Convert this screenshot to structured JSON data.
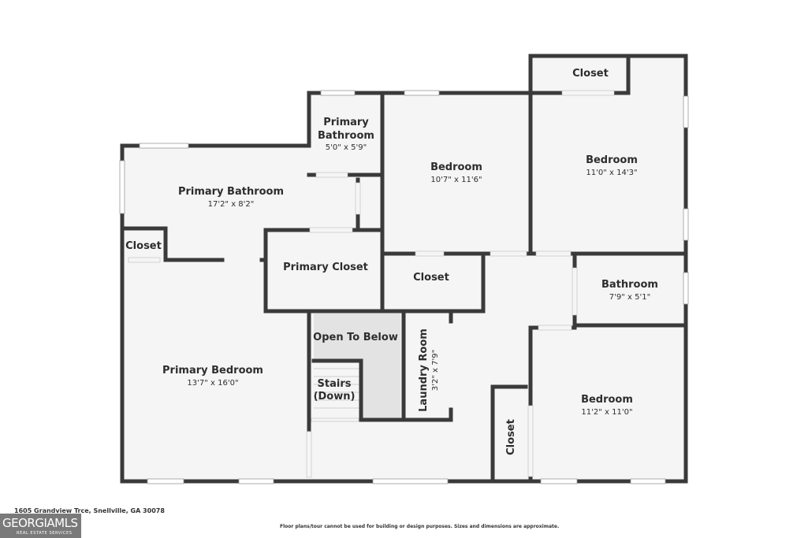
{
  "rooms": {
    "primary_bathroom_small": {
      "name_1": "Primary",
      "name_2": "Bathroom",
      "dims": "5'0\" x 5'9\""
    },
    "bedroom_top": {
      "name": "Bedroom",
      "dims": "10'7\" x 11'6\""
    },
    "bedroom_top_right": {
      "name": "Bedroom",
      "dims": "11'0\" x 14'3\""
    },
    "closet_top_right": {
      "name": "Closet"
    },
    "primary_bathroom": {
      "name": "Primary Bathroom",
      "dims": "17'2\" x 8'2\""
    },
    "closet_left": {
      "name": "Closet"
    },
    "primary_closet": {
      "name": "Primary Closet"
    },
    "closet_mid": {
      "name": "Closet"
    },
    "bathroom": {
      "name": "Bathroom",
      "dims": "7'9\" x 5'1\""
    },
    "primary_bedroom": {
      "name": "Primary Bedroom",
      "dims": "13'7\" x 16'0\""
    },
    "open_to_below": {
      "name": "Open To Below"
    },
    "stairs": {
      "name_1": "Stairs",
      "name_2": "(Down)"
    },
    "laundry_room": {
      "name": "Laundry Room",
      "dims": "3'2\" x 7'9\""
    },
    "bedroom_bottom_right": {
      "name": "Bedroom",
      "dims": "11'2\" x 11'0\""
    },
    "closet_bottom": {
      "name": "Closet"
    }
  },
  "footer": {
    "address": "1605 Grandview Trce, Snellville, GA 30078",
    "disclaimer": "Floor plans/tour cannot be used for building or design purposes. Sizes and dimensions are approximate."
  },
  "logo": {
    "main": "GEORGIAMLS",
    "sub": "REAL ESTATE SERVICES"
  },
  "colors": {
    "wall": "#3a3a3a",
    "floor": "#f5f5f5",
    "shade": "#e2e2e2",
    "window": "#ffffff"
  }
}
